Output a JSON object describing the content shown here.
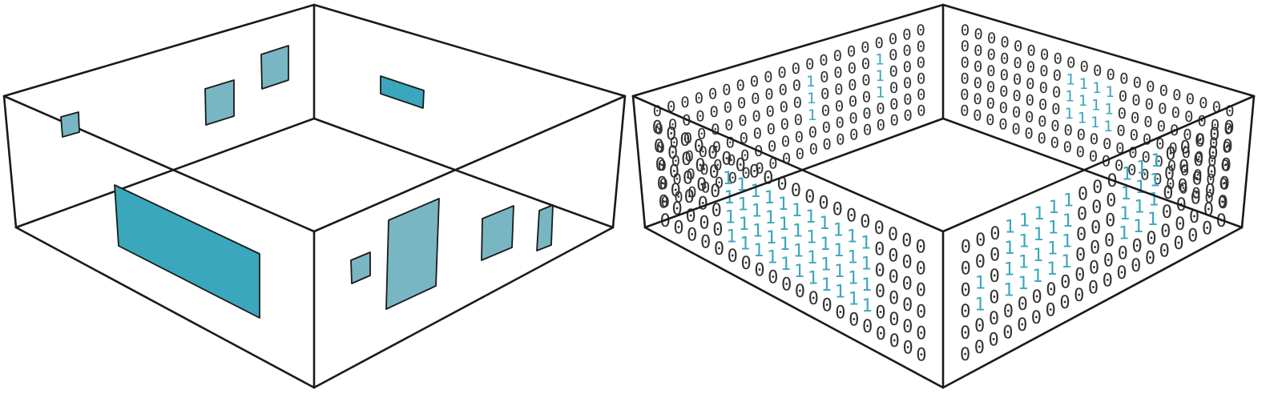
{
  "colors": {
    "edge": "#1a1a1a",
    "window_light": "#79b6c3",
    "window_dark": "#3aa7bd",
    "bit_zero": "#333333",
    "bit_one": "#3aa7bd"
  },
  "left_panel": {
    "window_tones": [
      "light",
      "light",
      "light",
      "dark",
      "dark",
      "light",
      "light",
      "light",
      "light"
    ]
  },
  "right_panel": {
    "zero_glyph": "0",
    "one_glyph": "1",
    "wall_patterns": {
      "back_left": [
        "00000000000000000000",
        "00000000000100001000",
        "00000000000100001000",
        "00000000000100001000",
        "00000000000000000000",
        "00000000000000000000"
      ],
      "back_right": [
        "000000000000000000000",
        "000000001111000000000",
        "000000001111000000000",
        "000000001111000000000",
        "000000000000000000000",
        "000000000000000000000"
      ],
      "front_left": [
        "00000000000000000000",
        "00000111111111110000",
        "00000111111111110000",
        "00000111111111110000",
        "00000111111111110000",
        "00000000000000000000"
      ],
      "front_right": [
        "0001111100011100000",
        "0001111100011100000",
        "0101111100011100000",
        "0101111100011100000",
        "0000000000000000000",
        "0000000000000000000"
      ]
    }
  }
}
